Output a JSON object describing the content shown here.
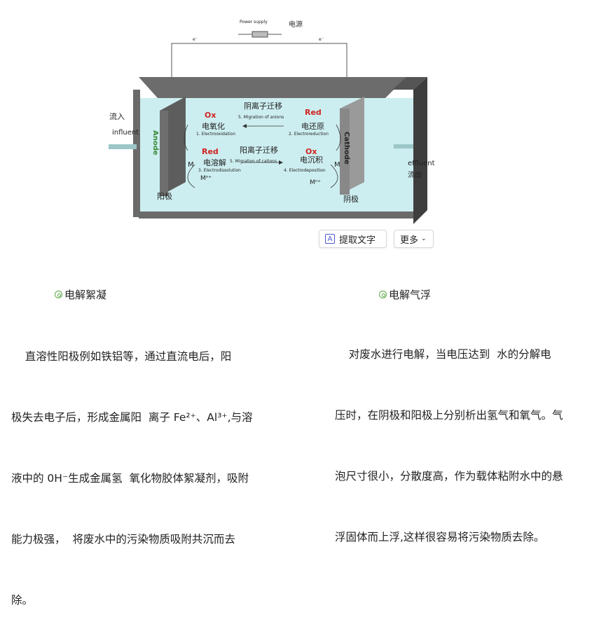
{
  "diagram": {
    "power_supply_label": "Power supply",
    "power_supply_cn": "电源",
    "electron_left": "e⁻",
    "electron_right": "e⁻",
    "inflow_cn": "流入",
    "inflow_en": "influent",
    "outflow_en": "effluent",
    "outflow_cn": "流出",
    "anode_label": "Anode",
    "cathode_label": "Cathode",
    "anode_cn": "阳极",
    "cathode_cn": "阴极",
    "anion_migration_cn": "阴离子迁移",
    "anion_migration_en": "5. Migration of anions",
    "cation_migration_cn": "阳离子迁移",
    "cation_migration_en": "5. Migration of cations",
    "ox_top": "Ox",
    "electrooxidation_cn": "电氧化",
    "electrooxidation_en": "1. Electrooxidation",
    "red_top": "Red",
    "electroreduction_cn": "电还原",
    "electroreduction_en": "2. Electroreduction",
    "red_mid": "Red",
    "electrodissolution_cn": "电溶解",
    "electrodissolution_en": "3. Electrodissolution",
    "ox_mid": "Ox",
    "electrodeposition_cn": "电沉积",
    "electrodeposition_en": "4. Electrodeposition",
    "metal_left": "M",
    "metal_right": "M",
    "ion_left": "Mⁿ⁺",
    "ion_right": "Mⁿ⁺",
    "colors": {
      "tank_water": "#cdeef0",
      "tank_wall": "#5a5a5a",
      "anode_plate": "#6b6b6b",
      "cathode_plate": "#8a8a8a",
      "anode_text": "#3a8a3a",
      "red_text": "#d0231f"
    }
  },
  "toolbar": {
    "extract_text_label": "提取文字",
    "more_label": "更多"
  },
  "left_column": {
    "title": "电解絮凝",
    "lines": [
      "    直溶性阳极例如铁铝等，通过直流电后，阳",
      "极失去电子后，形成金属阳  离子 Fe²⁺、Al³⁺,与溶",
      "液中的 0H⁻生成金属氢  氧化物胶体絮凝剂，吸附",
      "能力极强，  将废水中的污染物质吸附共沉而去",
      "除。"
    ]
  },
  "right_column": {
    "title": "电解气浮",
    "lines": [
      "    对废水进行电解，当电压达到  水的分解电",
      "压时，在阴极和阳极上分别析出氢气和氧气。气",
      "泡尺寸很小，分散度高，作为载体粘附水中的悬",
      "浮固体而上浮,这样很容易将污染物质去除。"
    ]
  }
}
